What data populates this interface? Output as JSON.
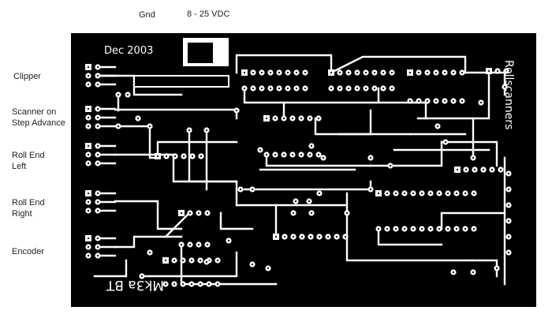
{
  "top_labels": {
    "gnd": "Gnd",
    "supply": "8 - 25 VDC"
  },
  "side_labels": {
    "clipper": "Clipper",
    "scanner_line1": "Scanner on",
    "scanner_line2": "Step Advance",
    "roll_end_left_line1": "Roll End",
    "roll_end_left_line2": "Left",
    "roll_end_right_line1": "Roll End",
    "roll_end_right_line2": "Right",
    "encoder": "Encoder"
  },
  "board_text": {
    "date": "Dec 2003",
    "model": "Mk3a BT",
    "brand": "Rollscanners"
  },
  "colors": {
    "board": "#000000",
    "trace": "#ffffff",
    "label": "#222222"
  }
}
